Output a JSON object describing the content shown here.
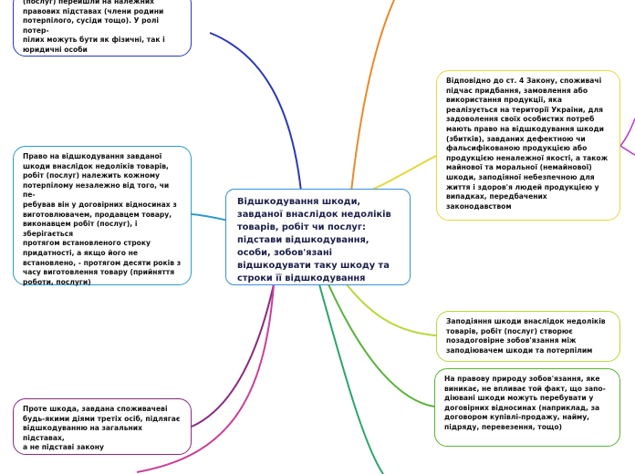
{
  "central": {
    "text": "Відшкодування шкоди, завданої внаслідок недоліків товарів, робіт чи послуг: підстави відшкодування, особи, зобов'язані відшкодувати таку шкоду та строки її відшкодування",
    "border": "#3d8fd6"
  },
  "nodes": [
    {
      "id": "top-left",
      "text": "(послуг) перейшли на належних\nправових підставах (члени родини\nпотерпілого, сусіди тощо). У ролі потер-\nпілих можуть бути як фізичні, так і\nюридичні особи",
      "border": "#2a39b8"
    },
    {
      "id": "mid-left",
      "text": "Право на відшкодування завданої\nшкоди внаслідок недоліків товарів,\nробіт (послуг) належить кожному\nпотерпілому незалежно від того, чи пе-\nребував він у договірних відносинах з\nвиготовлювачем, продавцем товару,\nвиконавцем робіт (послуг), і зберігається\nпротягом встановленого строку\nпридатності, а якщо його не\nвстановлено, - протягом десяти років з\nчасу виготовлення товару (прийняття\nроботи, послуги)",
      "border": "#2e9ac9"
    },
    {
      "id": "bottom-left",
      "text": "Проте шкода, завдана споживачеві\nбудь-якими діями третіх осіб, підлягає\nвідшкодуванню на загальних підставах,\nа не підставі закону",
      "border": "#8a2a7e"
    },
    {
      "id": "right-yellow",
      "text": "Відповідно до ст. 4 Закону, споживачі\nпідчас придбання, замовлення або\nвикористання продукції, яка\nреалізується на території України, для\nзадоволення своїх особистих потреб\nмають право на відшкодування шкоди\n(збитків), завданих дефектною чи\nфальсифікованою продукцією або\nпродукцією неналежної якості, а також\nмайнової та моральної (немайнової)\nшкоди, заподіяної небезпечною для\nжиття і здоров'я людей продукцією у\nвипадках, передбачених\nзаконодавством",
      "border": "#e6d83a"
    },
    {
      "id": "right-lime",
      "text": "Заподіяння шкоди внаслідок недоліків\nтоварів, робіт (послуг) створює\nпозадоговірне зобов'язання між\nзаподіювачем шкоди та потерпілим",
      "border": "#b5d93b"
    },
    {
      "id": "right-green",
      "text": "На правову природу зобов'язання, яке\nвиникає, не впливає той факт, що запо-\nдіювані шкоди можуть перебувати у\nдоговірних відносинах (наприклад, за\nдоговором купівлі-продажу, найму,\nпідряду, перевезення, тощо)",
      "border": "#57b337"
    }
  ]
}
